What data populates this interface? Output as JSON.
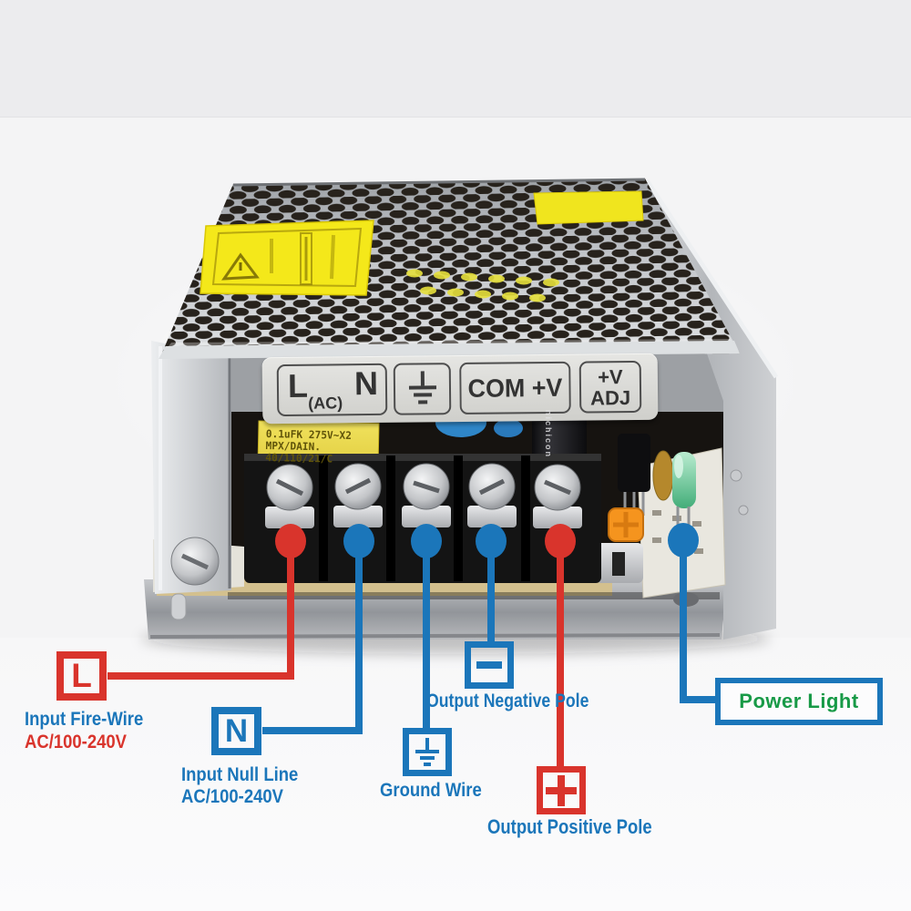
{
  "colors": {
    "red": "#d9342c",
    "blue": "#1b76ba",
    "green": "#189a47",
    "yellow": "#f3e614"
  },
  "psu": {
    "terminal_strip": {
      "l_label": "L",
      "ac_label": "(AC)",
      "n_label": "N",
      "com_label": "COM +V",
      "adj_line1": "+V",
      "adj_line2": "ADJ"
    },
    "capacitor": {
      "line1": "0.1uFK 275V~X2",
      "line2": "MPX/DAIN.",
      "line3": "40/110/21/C"
    },
    "electrolytic_brand": "nichicon"
  },
  "annotations": {
    "input_fire_wire": {
      "symbol": "L",
      "title": "Input Fire-Wire",
      "subtitle": "AC/100-240V"
    },
    "input_null_line": {
      "symbol": "N",
      "title": "Input Null Line",
      "subtitle": "AC/100-240V"
    },
    "ground_wire": {
      "title": "Ground Wire"
    },
    "output_negative": {
      "title": "Output Negative Pole"
    },
    "output_positive": {
      "title": "Output Positive Pole"
    },
    "power_light": {
      "title": "Power Light"
    }
  }
}
